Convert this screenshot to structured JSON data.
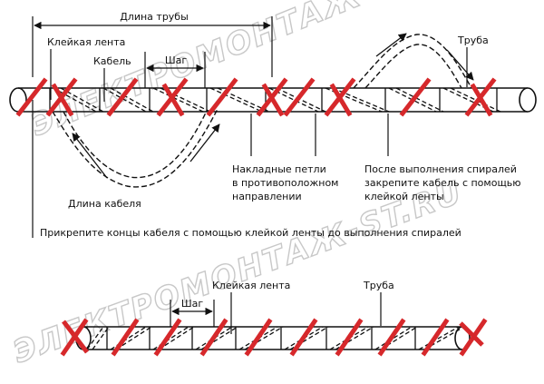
{
  "labels": {
    "pipe_length": "Длина трубы",
    "tape_top": "Клейкая лента",
    "cable": "Кабель",
    "step_top": "Шаг",
    "pipe_top": "Труба",
    "cable_length": "Длина кабеля",
    "loops_line1": "Накладные петли",
    "loops_line2": "в противоположном",
    "loops_line3": "направлении",
    "after_line1": "После выполнения спиралей",
    "after_line2": "закрепите кабель с помощью",
    "after_line3": "клейкой ленты",
    "instruction": "Прикрепите концы кабеля с помощью клейкой ленты до выполнения спиралей",
    "tape_bottom": "Клейкая лента",
    "step_bottom": "Шаг",
    "pipe_bottom": "Труба"
  },
  "watermarks": [
    "ЭЛЕКТРОМОНТАЖ-ST.RU",
    "ЭЛЕКТРОМОНТАЖ-ST.RU"
  ],
  "colors": {
    "tape": "#d6282b",
    "line": "#111111",
    "watermark": "#c8c8c8"
  }
}
